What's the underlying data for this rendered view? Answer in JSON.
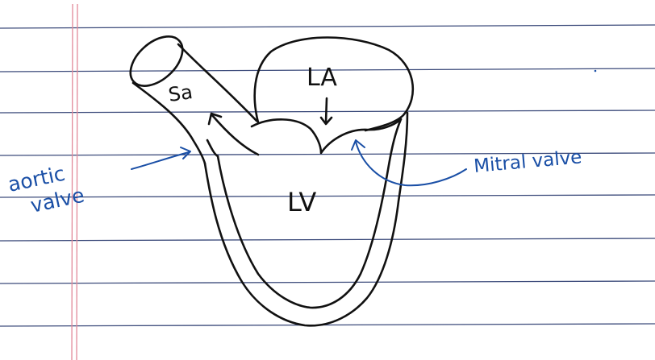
{
  "labels": {
    "sa": "Sa",
    "la": "LA",
    "lv": "LV",
    "aortic_1": "aortic",
    "aortic_2": "valve",
    "mitral": "Mitral valve"
  },
  "colors": {
    "ink": "#111111",
    "annotation": "#1a4fa6",
    "ruled_lines": "#3b4a7a",
    "margin_line": "#e28a9a",
    "paper": "#ffffff"
  }
}
